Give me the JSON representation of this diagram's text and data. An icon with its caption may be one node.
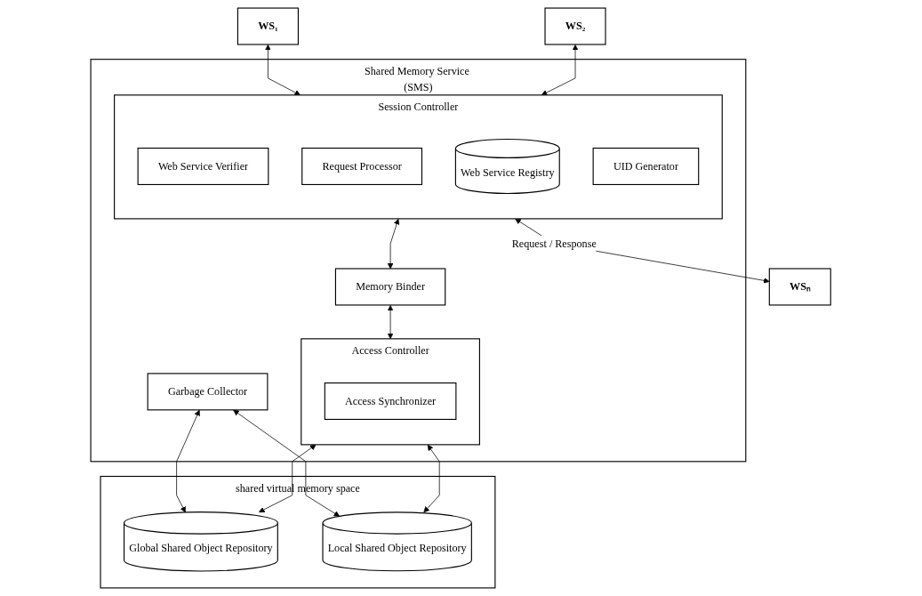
{
  "diagram": {
    "nodes": [
      {
        "text": [
          "WS₁"
        ]
      },
      {
        "text": [
          "WS₂"
        ]
      },
      {
        "text": [
          "WSₙ"
        ]
      },
      {
        "text": [
          "Shared Memory Service (SMS)"
        ]
      },
      {
        "text": [
          "Session Controller"
        ],
        "in": 3
      },
      {
        "text": [
          "Web Service Verifier"
        ],
        "in": 4
      },
      {
        "text": [
          "Request Processor"
        ],
        "in": 4
      },
      {
        "text": [
          "Web Service Registry"
        ],
        "in": 4
      },
      {
        "text": [
          "UID Generator"
        ],
        "in": 4
      },
      {
        "text": [
          "Garbage Collector"
        ],
        "in": 3
      },
      {
        "text": [
          "Access Controller"
        ],
        "in": 3
      },
      {
        "text": [
          "Access Synchronizer"
        ],
        "in": 10
      },
      {
        "text": [
          "Memory Binder"
        ],
        "in": 3
      },
      {
        "text": [
          "shared virtual memory space"
        ]
      },
      {
        "text": [
          "Global Shared Object Repository"
        ],
        "in": 13
      },
      {
        "text": [
          "Local Shared Object Repository"
        ],
        "in": 13
      }
    ],
    "edges": [
      {
        "from": 0,
        "to": 4,
        "arrow": "both"
      },
      {
        "from": 1,
        "to": 4,
        "arrow": "both"
      },
      {
        "from": 4,
        "to": 2,
        "arrow": "both",
        "label": "Request / Response"
      },
      {
        "from": 4,
        "to": 12,
        "arrow": "both"
      },
      {
        "from": 12,
        "to": 10,
        "arrow": "both"
      },
      {
        "from": 9,
        "to": 14,
        "arrow": "both"
      },
      {
        "from": 9,
        "to": 15,
        "arrow": "both"
      },
      {
        "from": 10,
        "to": 14,
        "arrow": "both"
      },
      {
        "from": 10,
        "to": 15,
        "arrow": "both"
      }
    ]
  }
}
